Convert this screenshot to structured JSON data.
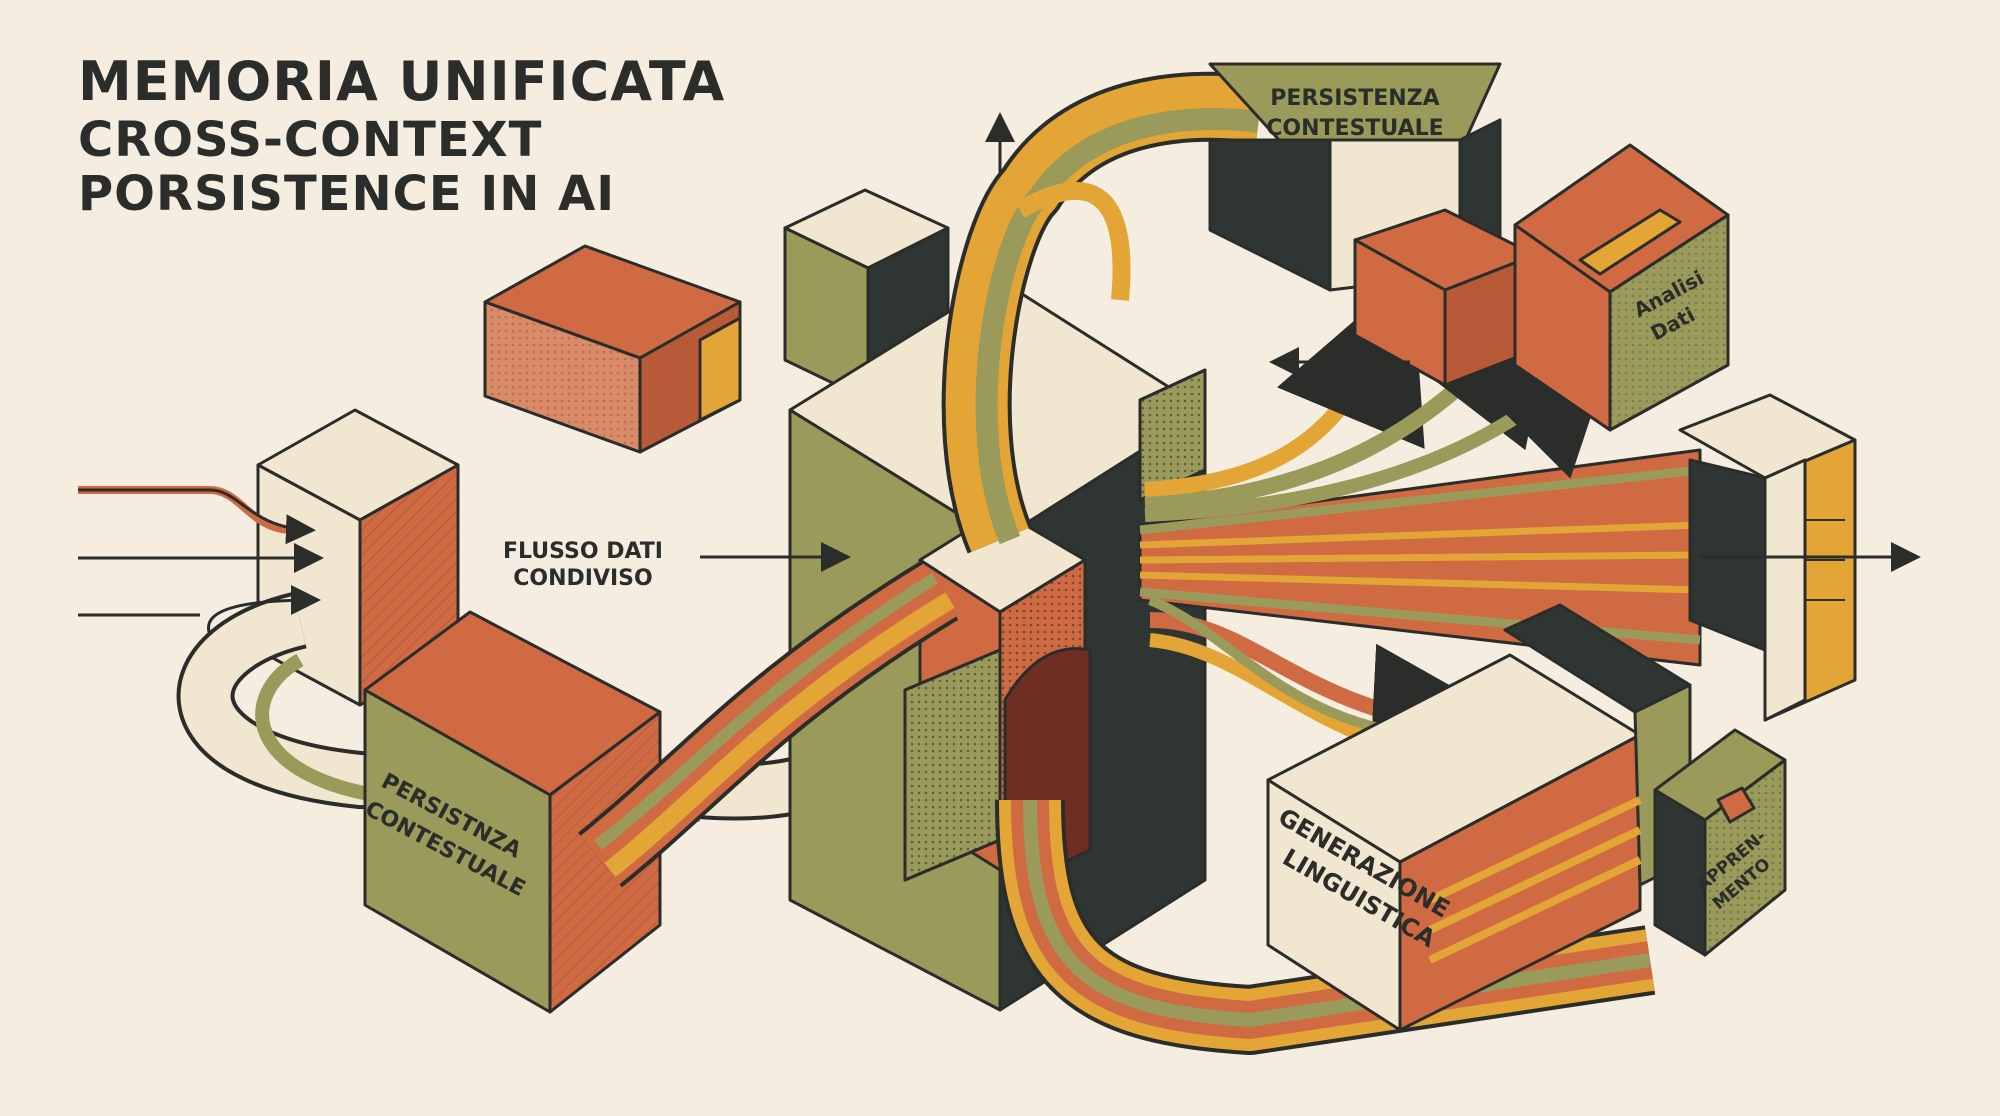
{
  "title": {
    "line1": "MEMORIA UNIFICATA",
    "line2": "CROSS-CONTEXT",
    "line3": "PORSISTENCE IN AI"
  },
  "labels": {
    "persistenza_top": [
      "PERSISTENZA",
      "CONTESTUALE"
    ],
    "analisi_dati": [
      "Analisi",
      "Dati"
    ],
    "flusso_dati": [
      "FLUSSO DATI",
      "CONDIVISO"
    ],
    "persistenza_left": [
      "PERSISTNZA",
      "CONTESTUALE"
    ],
    "generazione": [
      "GENERAZIONE",
      "LINGUISTICA"
    ],
    "apprendimento": [
      "APPREN-",
      "MENTO"
    ]
  },
  "colors": {
    "background": "#f5ede0",
    "cream": "#f1e6cf",
    "terracotta": "#cf6a42",
    "olive": "#9a9b5a",
    "mustard": "#e3a535",
    "charcoal": "#2f3533",
    "maroon": "#6e2e22",
    "outline": "#2b2d2a"
  }
}
